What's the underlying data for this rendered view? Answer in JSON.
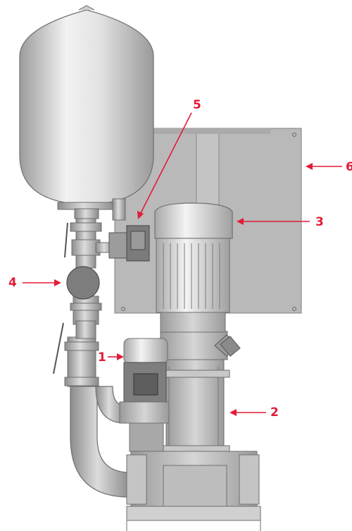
{
  "diagram": {
    "accent_color": "#e31b37",
    "callouts": [
      {
        "id": "1",
        "label": "1"
      },
      {
        "id": "2",
        "label": "2"
      },
      {
        "id": "3",
        "label": "3"
      },
      {
        "id": "4",
        "label": "4"
      },
      {
        "id": "5",
        "label": "5"
      },
      {
        "id": "6",
        "label": "6"
      }
    ]
  }
}
